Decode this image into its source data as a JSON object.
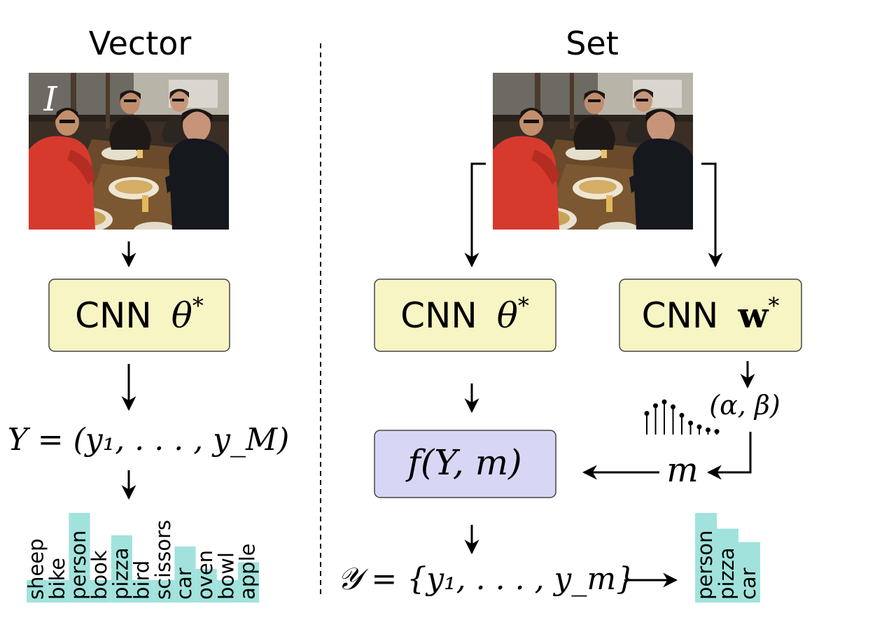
{
  "headings": {
    "vector": "Vector",
    "set": "Set"
  },
  "image_label": "I",
  "colors": {
    "cnn_box_fill": "#f7f5c4",
    "f_box_fill": "#d8d6f5",
    "bar_fill": "#a1e3dc",
    "stroke": "#000000"
  },
  "vector": {
    "cnn_label": "CNN",
    "cnn_param": "θ",
    "cnn_param_sup": "*",
    "output_eq": "Y = (y₁, . . . , y_M)",
    "bars": [
      {
        "label": "sheep",
        "level": 1
      },
      {
        "label": "bike",
        "level": 1
      },
      {
        "label": "person",
        "level": 4
      },
      {
        "label": "book",
        "level": 1
      },
      {
        "label": "pizza",
        "level": 3
      },
      {
        "label": "bird",
        "level": 1
      },
      {
        "label": "scissors",
        "level": 1
      },
      {
        "label": "car",
        "level": 2.5
      },
      {
        "label": "oven",
        "level": 1.5
      },
      {
        "label": "bowl",
        "level": 1
      },
      {
        "label": "apple",
        "level": 1.8
      }
    ]
  },
  "set": {
    "cnn_theta_label": "CNN",
    "cnn_theta_param": "θ",
    "cnn_theta_sup": "*",
    "cnn_w_label": "CNN",
    "cnn_w_param": "w",
    "cnn_w_sup": "*",
    "dist_params": "(α, β)",
    "stem_levels": [
      0.55,
      0.75,
      0.85,
      0.72,
      0.5,
      0.3,
      0.2,
      0.12,
      0.08
    ],
    "m_label": "m",
    "f_label": "f(Y, m)",
    "output_set": "𝒴 = {y₁, . . . , y_m}",
    "bars": [
      {
        "label": "person",
        "level": 4
      },
      {
        "label": "pizza",
        "level": 3.3
      },
      {
        "label": "car",
        "level": 2.7
      }
    ]
  }
}
